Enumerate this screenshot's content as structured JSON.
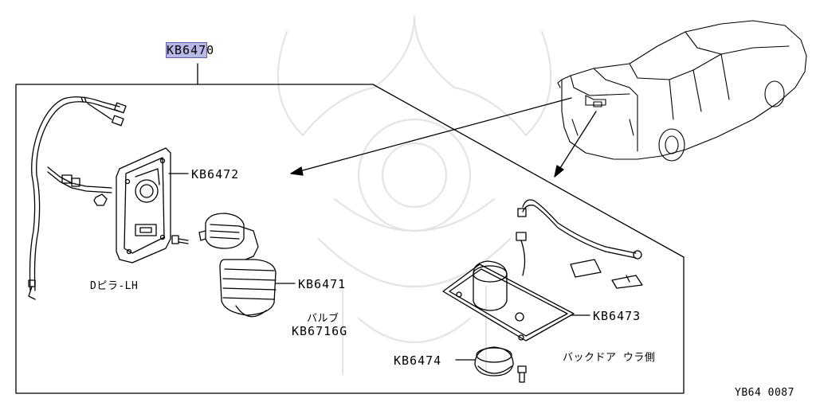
{
  "header": {
    "part_number_highlighted": "KB647",
    "part_number_rest": "0"
  },
  "callouts": {
    "kb6472": "KB6472",
    "kb6471": "KB6471",
    "kb6473": "KB6473",
    "kb6474": "KB6474",
    "bulb_label": "バルブ",
    "bulb_part": "KB6716G",
    "pillar_label": "Dピラ-LH",
    "back_door_label": "バックドア ウラ側"
  },
  "footer": {
    "diagram_code": "YB64 0087"
  },
  "colors": {
    "highlight": "#b7b8e6",
    "line": "#000000",
    "watermark": "#e6e6e6"
  }
}
